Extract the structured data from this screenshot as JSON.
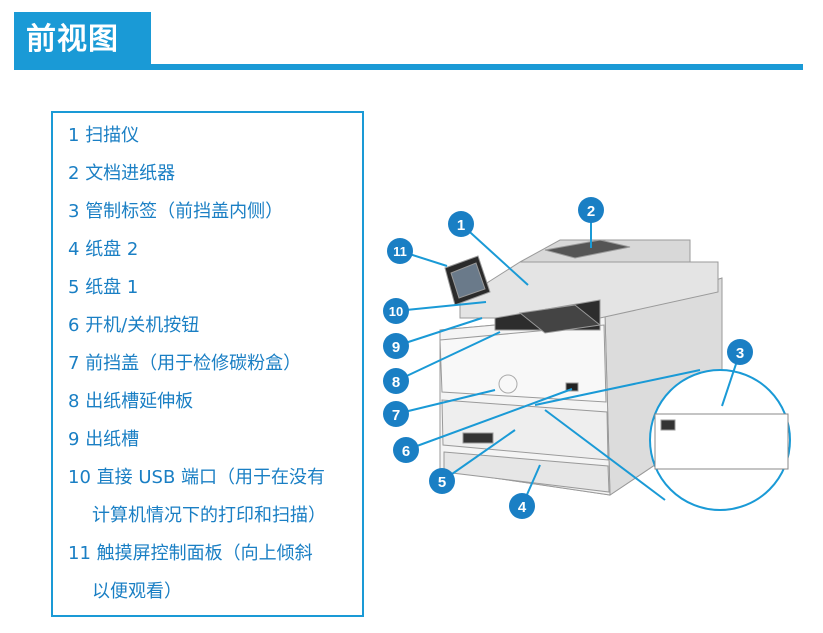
{
  "page_title": "前视图",
  "legend": [
    {
      "num": "1",
      "text": "扫描仪"
    },
    {
      "num": "2",
      "text": "文档进纸器"
    },
    {
      "num": "3",
      "text": "管制标签（前挡盖内侧）"
    },
    {
      "num": "4",
      "text": "纸盘 2"
    },
    {
      "num": "5",
      "text": "纸盘 1"
    },
    {
      "num": "6",
      "text": "开机/关机按钮"
    },
    {
      "num": "7",
      "text": "前挡盖（用于检修碳粉盒）"
    },
    {
      "num": "8",
      "text": "出纸槽延伸板"
    },
    {
      "num": "9",
      "text": "出纸槽"
    },
    {
      "num": "10",
      "text": "直接 USB 端口（用于在没有"
    },
    {
      "num": "",
      "text": "计算机情况下的打印和扫描）"
    },
    {
      "num": "11",
      "text": "触摸屏控制面板（向上倾斜"
    },
    {
      "num": "",
      "text": "以便观看）"
    }
  ],
  "callouts": [
    "1",
    "2",
    "3",
    "4",
    "5",
    "6",
    "7",
    "8",
    "9",
    "10",
    "11"
  ],
  "colors": {
    "accent": "#1a9ad6",
    "callout": "#1a7fc4",
    "legend_text": "#1a7fc4"
  }
}
